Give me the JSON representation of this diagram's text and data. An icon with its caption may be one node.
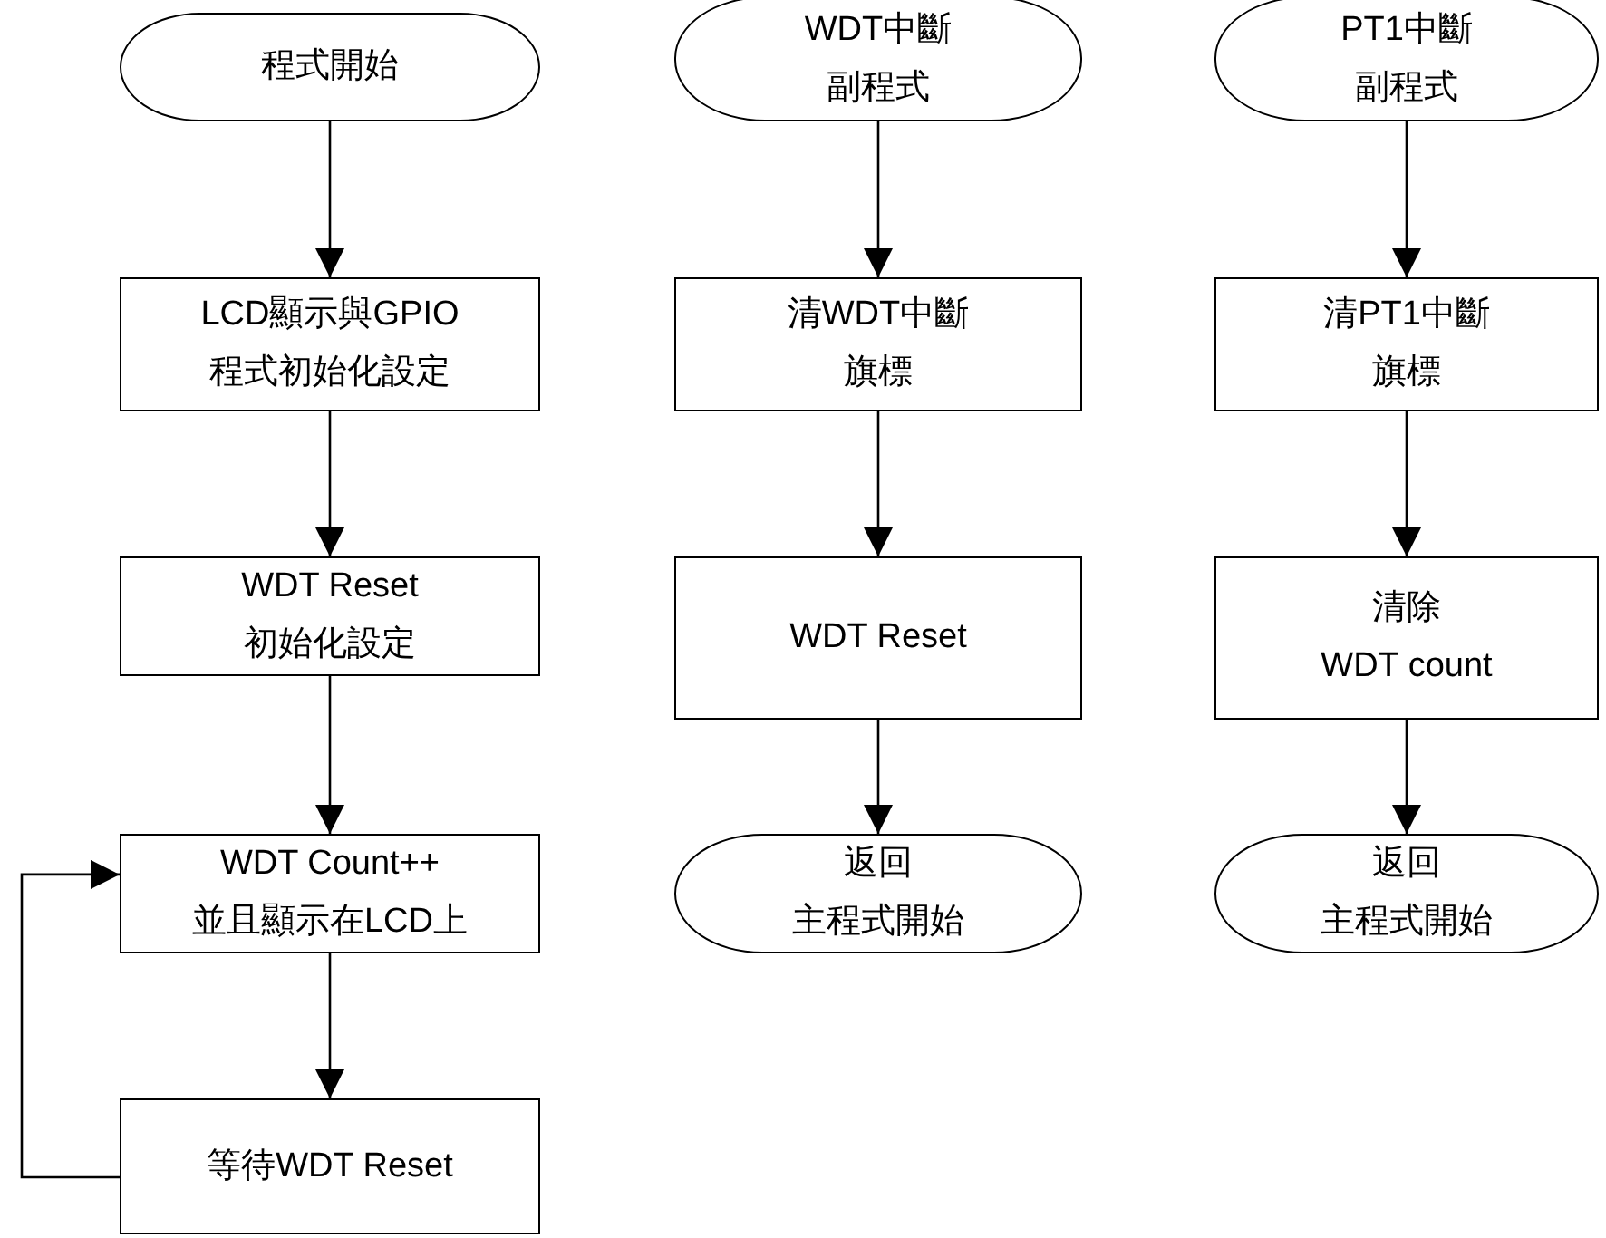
{
  "diagram": {
    "nodes": [
      {
        "text": [
          "程式開始"
        ]
      },
      {
        "text": [
          "LCD顯示與GPIO 程式初始化設定"
        ]
      },
      {
        "text": [
          "WDT Reset 初始化設定"
        ]
      },
      {
        "text": [
          "WDT Count++ 並且顯示在LCD上"
        ]
      },
      {
        "text": [
          "等待WDT Reset"
        ]
      },
      {
        "text": [
          "WDT中斷副程式"
        ]
      },
      {
        "text": [
          "清WDT中斷旗標"
        ]
      },
      {
        "text": [
          "WDT Reset"
        ]
      },
      {
        "text": [
          "返回主程式開始"
        ]
      },
      {
        "text": [
          "PT1中斷副程式"
        ]
      },
      {
        "text": [
          "清PT1中斷旗標"
        ]
      },
      {
        "text": [
          "清除 WDT count"
        ]
      },
      {
        "text": [
          "返回主程式開始"
        ]
      }
    ],
    "edges": [
      {
        "from": 0,
        "to": 1,
        "arrow": "to"
      },
      {
        "from": 1,
        "to": 2,
        "arrow": "to"
      },
      {
        "from": 2,
        "to": 3,
        "arrow": "to"
      },
      {
        "from": 3,
        "to": 4,
        "arrow": "to"
      },
      {
        "from": 4,
        "to": 3,
        "arrow": "to"
      },
      {
        "from": 5,
        "to": 6,
        "arrow": "to"
      },
      {
        "from": 6,
        "to": 7,
        "arrow": "to"
      },
      {
        "from": 7,
        "to": 8,
        "arrow": "to"
      },
      {
        "from": 9,
        "to": 10,
        "arrow": "to"
      },
      {
        "from": 10,
        "to": 11,
        "arrow": "to"
      },
      {
        "from": 11,
        "to": 12,
        "arrow": "to"
      }
    ]
  }
}
